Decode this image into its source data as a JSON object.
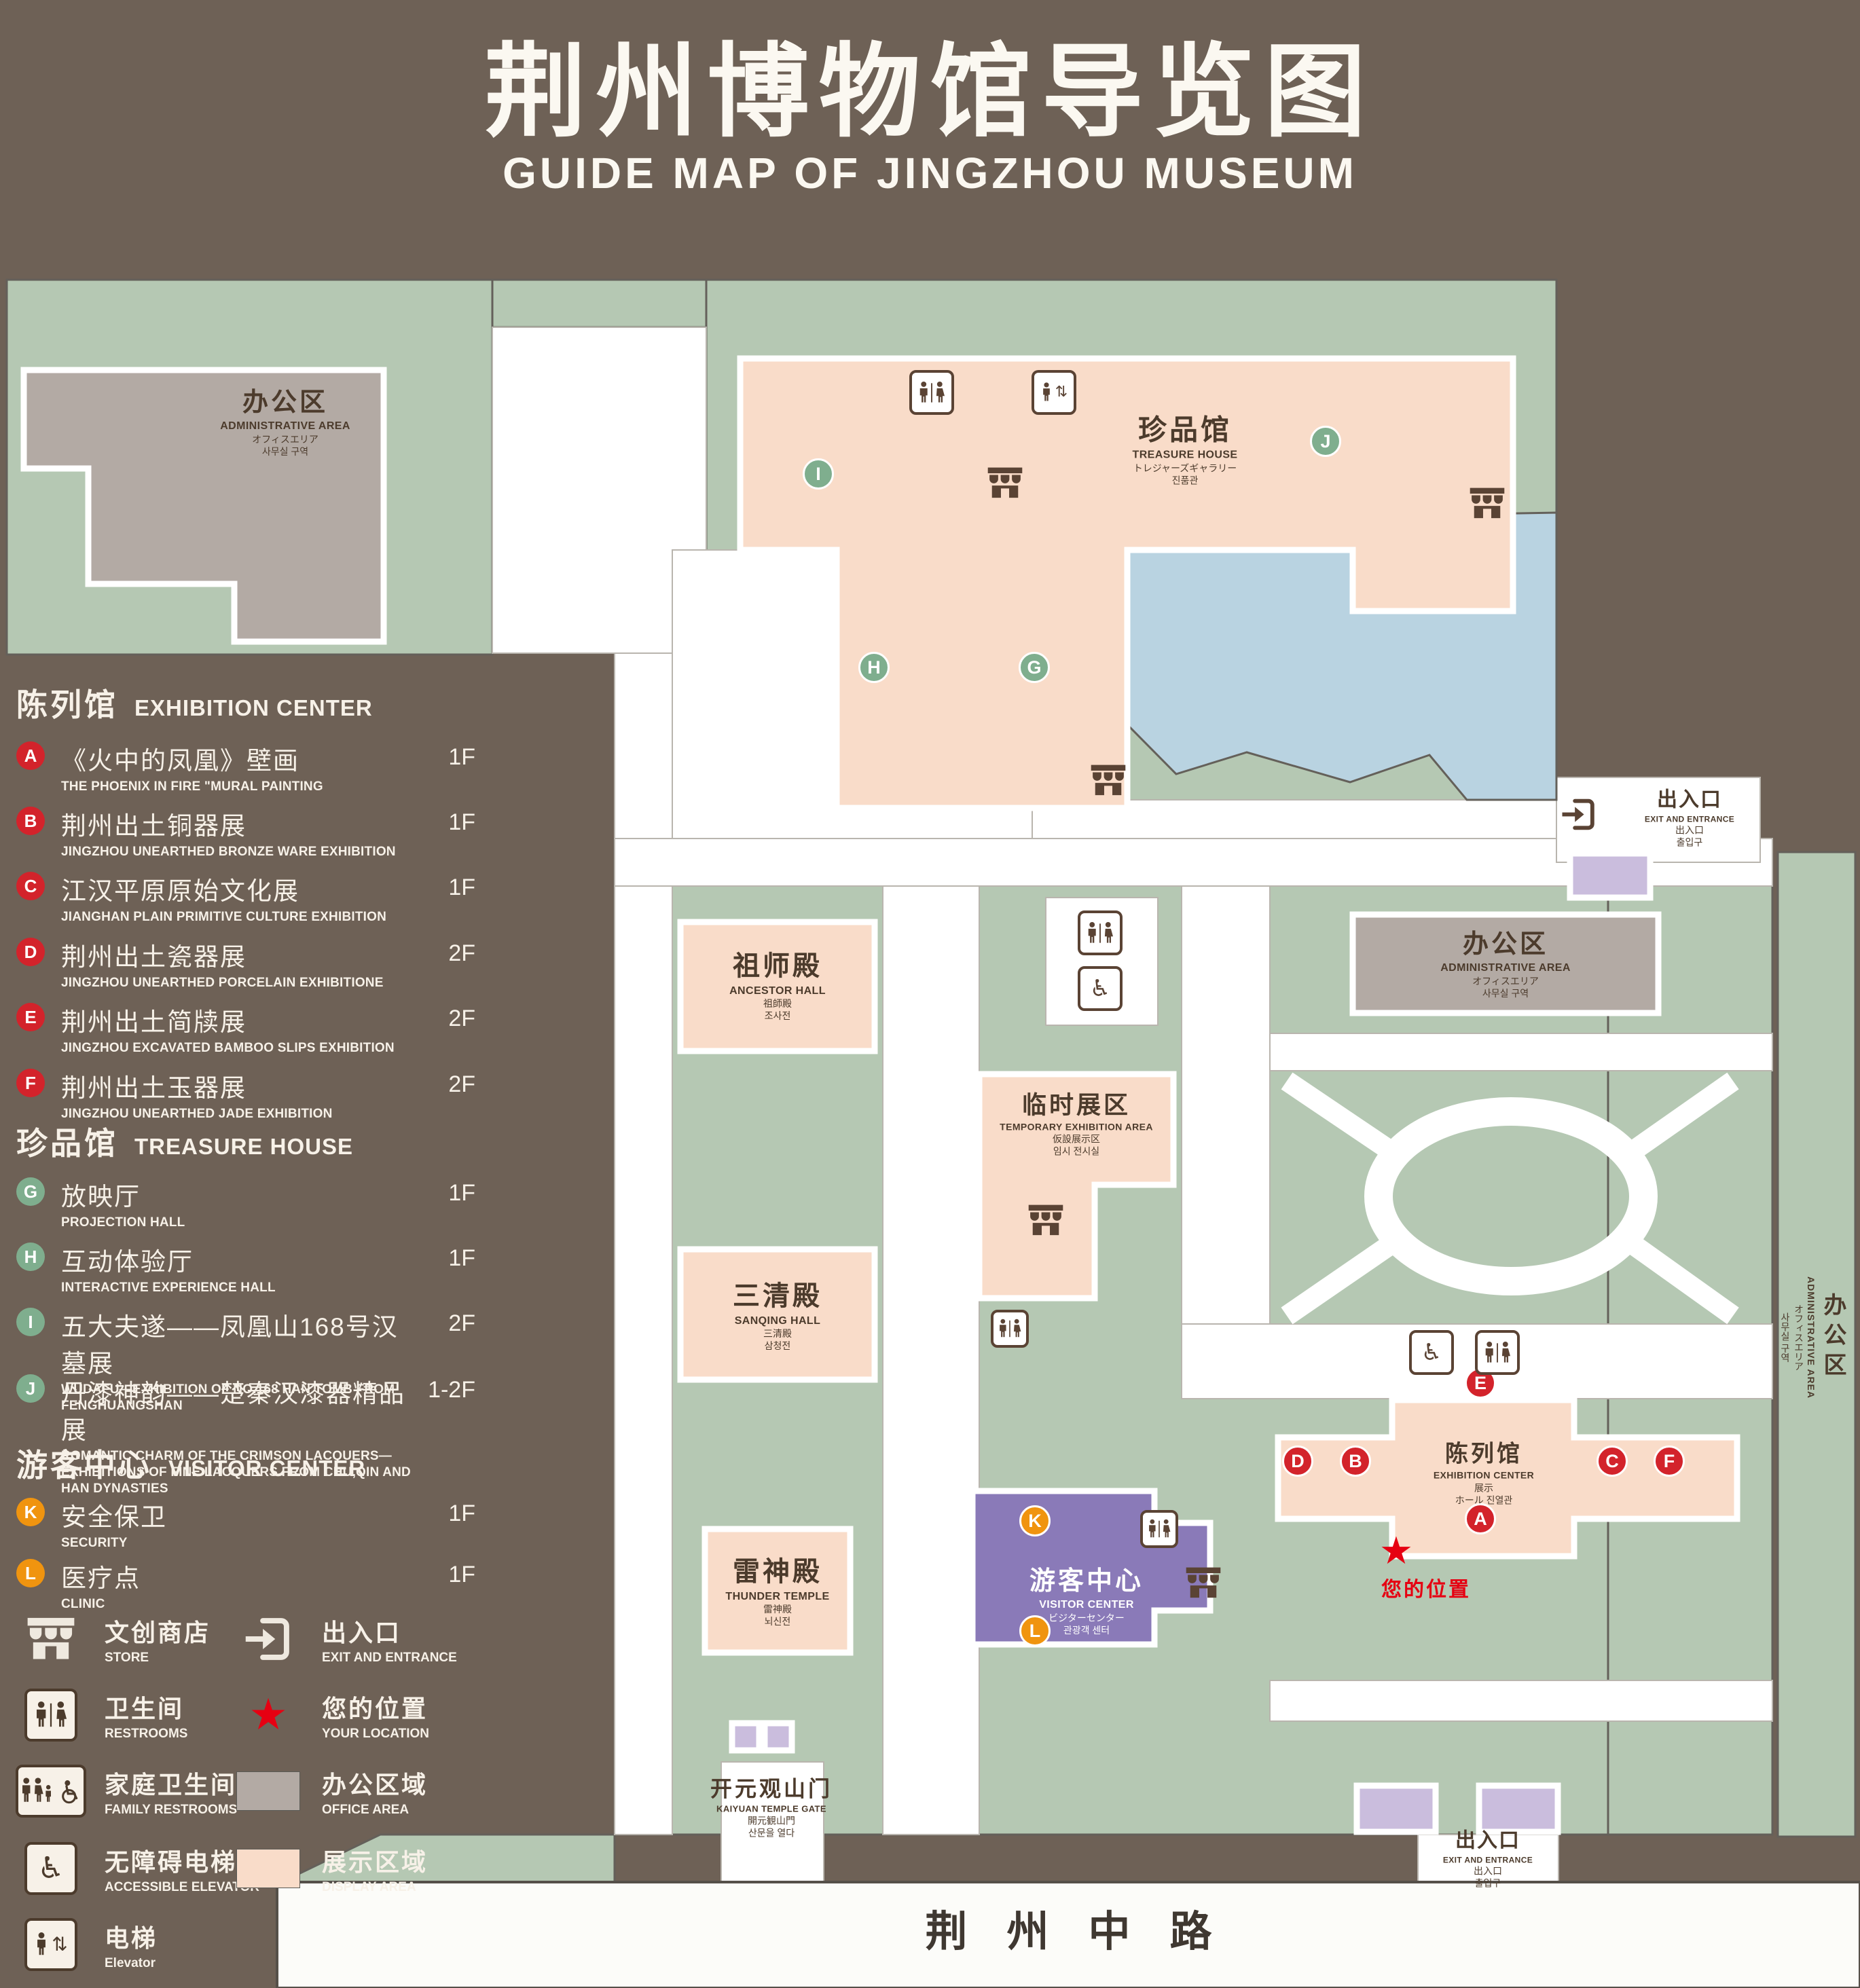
{
  "header": {
    "title": "荆州博物馆导览图",
    "subtitle": "GUIDE MAP OF JINGZHOU MUSEUM"
  },
  "colors": {
    "background": "#6e6156",
    "map_green": "#b5c8b3",
    "display_area_pink": "#f9dcc9",
    "office_area_gray": "#b3aaa4",
    "visitor_center_purple": "#8a7ab8",
    "light_purple": "#cabddd",
    "pond_blue": "#b9d3e1",
    "marker_red": "#d3232b",
    "marker_green": "#7fae8e",
    "marker_orange": "#f0940f",
    "location_red": "#e60012",
    "icon_brown": "#5a4334"
  },
  "legend": {
    "sections": [
      {
        "title_zh": "陈列馆",
        "title_en": "EXHIBITION CENTER",
        "items": [
          {
            "letter": "A",
            "zh": "《火中的凤凰》壁画",
            "en": "THE PHOENIX IN FIRE \"MURAL PAINTING",
            "floor": "1F"
          },
          {
            "letter": "B",
            "zh": "荆州出土铜器展",
            "en": "JINGZHOU UNEARTHED BRONZE WARE EXHIBITION",
            "floor": "1F"
          },
          {
            "letter": "C",
            "zh": "江汉平原原始文化展",
            "en": "JIANGHAN PLAIN PRIMITIVE CULTURE EXHIBITION",
            "floor": "1F"
          },
          {
            "letter": "D",
            "zh": "荆州出土瓷器展",
            "en": "JINGZHOU UNEARTHED PORCELAIN EXHIBITIONE",
            "floor": "2F"
          },
          {
            "letter": "E",
            "zh": "荆州出土简牍展",
            "en": "JINGZHOU EXCAVATED BAMBOO SLIPS EXHIBITION",
            "floor": "2F"
          },
          {
            "letter": "F",
            "zh": "荆州出土玉器展",
            "en": "JINGZHOU UNEARTHED JADE EXHIBITION",
            "floor": "2F"
          }
        ]
      },
      {
        "title_zh": "珍品馆",
        "title_en": "TREASURE HOUSE",
        "items": [
          {
            "letter": "G",
            "zh": "放映厅",
            "en": "PROJECTION HALL",
            "floor": "1F"
          },
          {
            "letter": "H",
            "zh": "互动体验厅",
            "en": "INTERACTIVE EXPERIENCE HALL",
            "floor": "1F"
          },
          {
            "letter": "I",
            "zh": "五大夫遂——凤凰山168号汉墓展",
            "en": "WUDAFU—EXHIBITION OF NO.168 HAN TOMB FROM FENGHUANGSHAN",
            "floor": "2F"
          },
          {
            "letter": "J",
            "zh": "丹漆神韵——楚秦汉漆器精品展",
            "en": "ROMANTIC CHARM OF THE CRIMSON LACQUERS—EXHIBITIONS OF FINE LACQUERS FROM CHU,QIN AND HAN DYNASTIES",
            "floor": "1-2F"
          }
        ]
      },
      {
        "title_zh": "游客中心",
        "title_en": "VISITOR CENTER",
        "items": [
          {
            "letter": "K",
            "zh": "安全保卫",
            "en": "SECURITY",
            "floor": "1F"
          },
          {
            "letter": "L",
            "zh": "医疗点",
            "en": "CLINIC",
            "floor": "1F"
          }
        ]
      }
    ],
    "symbols": [
      {
        "icon": "store-icon",
        "zh": "文创商店",
        "en": "STORE"
      },
      {
        "icon": "exit-icon",
        "zh": "出入口",
        "en": "EXIT AND ENTRANCE"
      },
      {
        "icon": "restroom-icon",
        "zh": "卫生间",
        "en": "RESTROOMS"
      },
      {
        "icon": "location-star-icon",
        "zh": "您的位置",
        "en": "YOUR LOCATION"
      },
      {
        "icon": "family-restroom-icon",
        "zh": "家庭卫生间",
        "en": "FAMILY RESTROOMS"
      },
      {
        "icon": "office-area-swatch",
        "zh": "办公区域",
        "en": "OFFICE AREA"
      },
      {
        "icon": "accessible-elevator-icon",
        "zh": "无障碍电梯",
        "en": "ACCESSIBLE ELEVATOR"
      },
      {
        "icon": "display-area-swatch",
        "zh": "展示区域",
        "en": "DISPLAY AREA"
      },
      {
        "icon": "elevator-icon",
        "zh": "电梯",
        "en": "Elevator"
      }
    ]
  },
  "map": {
    "labels": {
      "admin_top": {
        "zh": "办公区",
        "en": "ADMINISTRATIVE AREA",
        "ja": "オフィスエリア",
        "ko": "사무실 구역"
      },
      "treasure_house": {
        "zh": "珍品馆",
        "en": "TREASURE HOUSE",
        "ja": "トレジャーズギャラリー",
        "ko": "진품관"
      },
      "ancestor_hall": {
        "zh": "祖师殿",
        "en": "ANCESTOR HALL",
        "ja": "祖師殿",
        "ko": "조사전"
      },
      "temporary_area": {
        "zh": "临时展区",
        "en": "TEMPORARY EXHIBITION AREA",
        "ja": "仮設展示区",
        "ko": "임시 전시실"
      },
      "admin_right": {
        "zh": "办公区",
        "en": "ADMINISTRATIVE AREA",
        "ja": "オフィスエリア",
        "ko": "사무실 구역"
      },
      "admin_east": {
        "zh": "办公区",
        "en": "ADMINISTRATIVE AREA",
        "ja": "オフィスエリア",
        "ko": "사무실 구역"
      },
      "sanqing_hall": {
        "zh": "三清殿",
        "en": "SANQING HALL",
        "ja": "三清殿",
        "ko": "삼청전"
      },
      "thunder_temple": {
        "zh": "雷神殿",
        "en": "THUNDER TEMPLE",
        "ja": "雷神殿",
        "ko": "뇌신전"
      },
      "visitor_center": {
        "zh": "游客中心",
        "en": "VISITOR CENTER",
        "ja": "ビジターセンター",
        "ko": "관광객 센터"
      },
      "exhibition_center": {
        "zh": "陈列馆",
        "en": "EXHIBITION CENTER",
        "ja": "展示",
        "ko": "ホール 진열관"
      },
      "exit_top": {
        "zh": "出入口",
        "en": "EXIT AND ENTRANCE",
        "ja": "出入口",
        "ko": "출입구"
      },
      "exit_bottom": {
        "zh": "出入口",
        "en": "EXIT AND ENTRANCE",
        "ja": "出入口",
        "ko": "출입구"
      },
      "gate": {
        "zh": "开元观山门",
        "en": "KAIYUAN TEMPLE GATE",
        "ja": "開元観山門",
        "ko": "산문을 열다"
      },
      "road": {
        "zh": "荆州中路"
      },
      "your_location": {
        "zh": "您的位置"
      }
    },
    "letters": {
      "A": "A",
      "B": "B",
      "C": "C",
      "D": "D",
      "E": "E",
      "F": "F",
      "G": "G",
      "H": "H",
      "I": "I",
      "J": "J",
      "K": "K",
      "L": "L"
    }
  },
  "glyphs": {
    "star": "★",
    "wheelchair": "♿",
    "updown": "⇅"
  }
}
